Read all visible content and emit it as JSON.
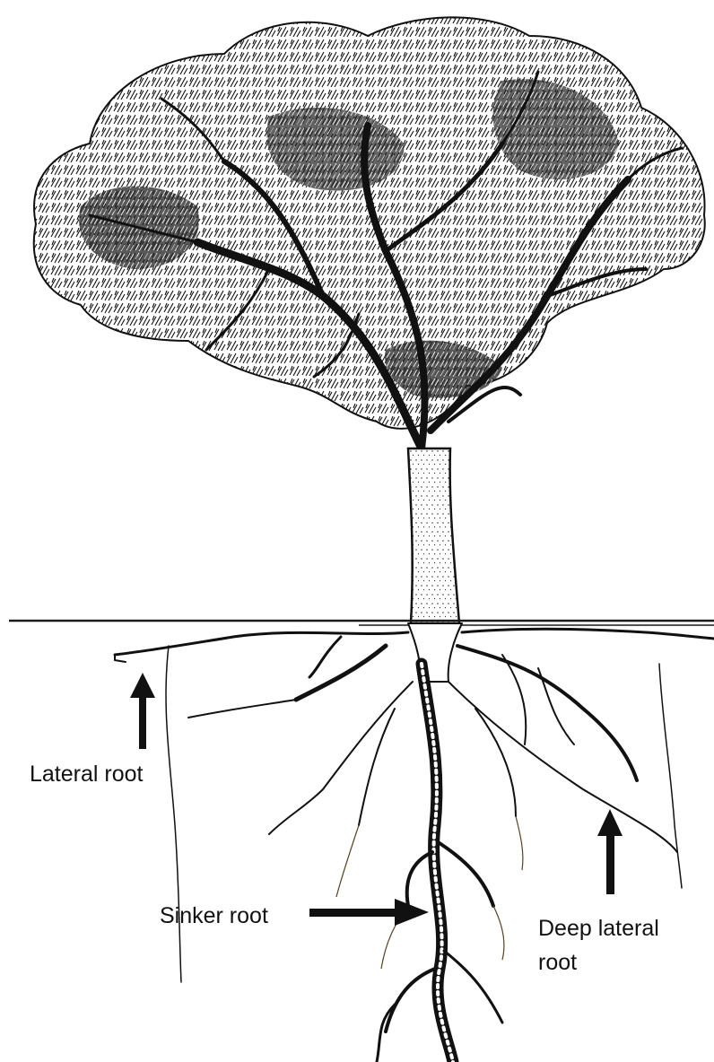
{
  "colors": {
    "ink": "#111111",
    "background": "#ffffff",
    "ground_line": "#1a1a1a",
    "fine_roots": "#5a4222"
  },
  "labels": {
    "lateral_root": "Lateral root",
    "sinker_root": "Sinker root",
    "deep_lateral_root": "Deep lateral root"
  },
  "icons": {
    "tree": "tree-illustration",
    "roots": "root-system",
    "arrow": "arrow"
  }
}
